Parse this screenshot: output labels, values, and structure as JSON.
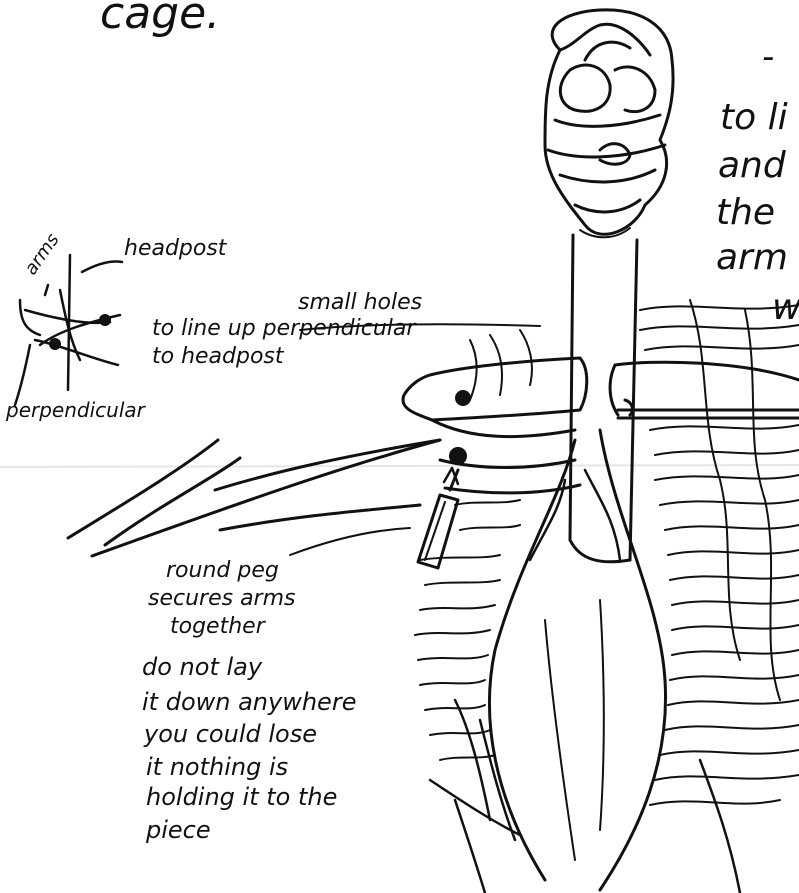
{
  "top_left": {
    "word": "cage."
  },
  "top_right_fragment": {
    "dash": "-"
  },
  "right_fragments": [
    "to li",
    "and",
    "the",
    "arm",
    "w"
  ],
  "small_diagram": {
    "arms_label": "arms",
    "headpost_label": "headpost",
    "perpendicular_label": "perpendicular"
  },
  "holes_note": {
    "line1": "small holes",
    "line2": "to line up perpendicular",
    "line3": "to headpost"
  },
  "peg_note": {
    "line1": "round peg",
    "line2": "secures arms",
    "line3": "together"
  },
  "warning_note": {
    "lines": [
      "do not lay",
      "it down anywhere",
      "you could lose",
      "it nothing is",
      "holding it to the",
      "piece"
    ]
  }
}
